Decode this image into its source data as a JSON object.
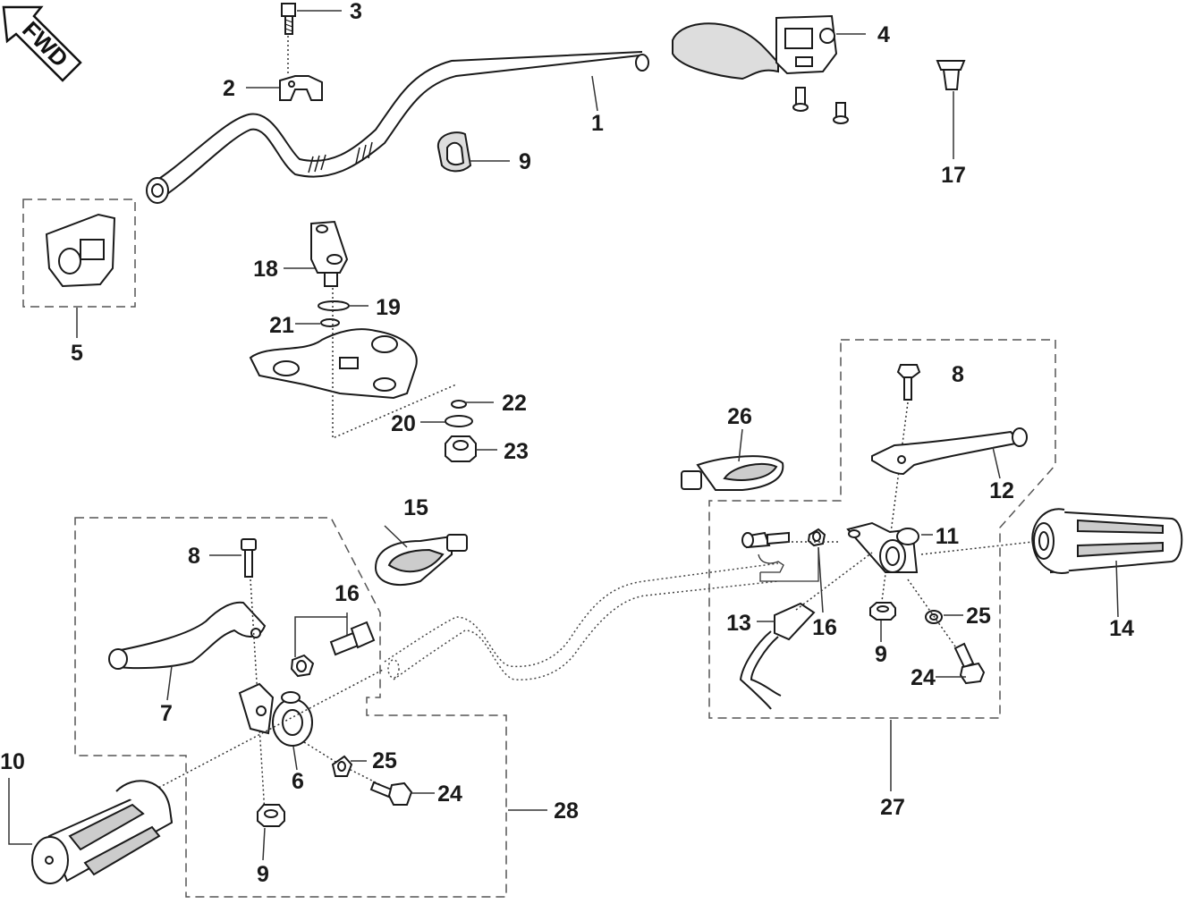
{
  "fwd_label": "FWD",
  "colors": {
    "line": "#1a1a1a",
    "part_fill": "#ffffff",
    "shade": "#bdbdbd",
    "grip_shade": "#c8c8c8"
  },
  "callouts": {
    "c1": "1",
    "c2": "2",
    "c3": "3",
    "c4": "4",
    "c5": "5",
    "c6": "6",
    "c7": "7",
    "c8a": "8",
    "c8b": "8",
    "c9a": "9",
    "c9b": "9",
    "c9c": "9",
    "c10": "10",
    "c11": "11",
    "c12": "12",
    "c13": "13",
    "c14": "14",
    "c15": "15",
    "c16a": "16",
    "c16b": "16",
    "c17": "17",
    "c18": "18",
    "c19": "19",
    "c20": "20",
    "c21": "21",
    "c22": "22",
    "c23": "23",
    "c24a": "24",
    "c24b": "24",
    "c25a": "25",
    "c25b": "25",
    "c26": "26",
    "c27": "27",
    "c28": "28"
  }
}
